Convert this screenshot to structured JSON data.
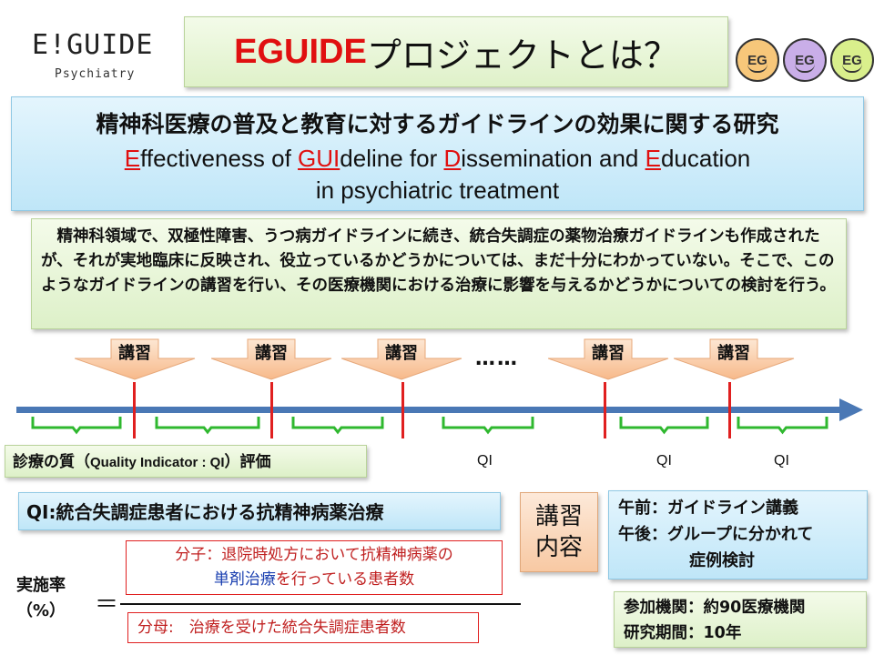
{
  "logo": {
    "main": "E!GUIDE",
    "sub": "Psychiatry"
  },
  "title": {
    "accent": "EGUIDE",
    "rest": "プロジェクトとは？"
  },
  "badges": [
    "EG",
    "EG",
    "EG"
  ],
  "badge_colors": [
    "#f7c77a",
    "#c9aee8",
    "#d9ef8c"
  ],
  "project": {
    "jp": "精神科医療の普及と教育に対するガイドラインの効果に関する研究",
    "en_line1": [
      {
        "t": "E",
        "r": true
      },
      {
        "t": "ffectiveness of ",
        "r": false
      },
      {
        "t": "GUI",
        "r": true
      },
      {
        "t": "deline for ",
        "r": false
      },
      {
        "t": "D",
        "r": true
      },
      {
        "t": "issemination and ",
        "r": false
      },
      {
        "t": "E",
        "r": true
      },
      {
        "t": "ducation",
        "r": false
      }
    ],
    "en_line2": "in psychiatric treatment"
  },
  "description": "　精神科領域で、双極性障害、うつ病ガイドラインに続き、統合失調症の薬物治療ガイドラインも作成されたが、それが実地臨床に反映され、役立っているかどうかについては、まだ十分にわかっていない。そこで、このようなガイドラインの講習を行い、その医療機関における治療に影響を与えるかどうかについての検討を行う。",
  "timeline": {
    "lecture_label": "講習",
    "lecture_count": 5,
    "ellipsis": "……",
    "qi_label": "QI",
    "qi_eval": {
      "pre": "診療の質（",
      "lat": "Quality Indicator : QI",
      "post": "）評価"
    },
    "colors": {
      "arrow": "#4a78b5",
      "bracket": "#2fb82f",
      "mark": "#e02020",
      "lecture": "#f7b98a"
    }
  },
  "qi_definition": "QI:統合失調症患者における抗精神病薬治療",
  "lecture_content": {
    "label_line1": "講習",
    "label_line2": "内容",
    "morning": "午前：ガイドライン講義",
    "afternoon": "午後：グループに分かれて",
    "afternoon2": "症例検討"
  },
  "institutions": {
    "participants": "参加機関：約90医療機関",
    "period": "研究期間：10年"
  },
  "formula": {
    "rate_line1": "実施率",
    "rate_line2": "（%）",
    "equals": "＝",
    "numerator_a": "分子：退院時処方において抗精神病薬の",
    "numerator_b1": "単剤治療",
    "numerator_b2": "を行っている患者数",
    "denominator": "分母:　治療を受けた統合失調症患者数"
  }
}
